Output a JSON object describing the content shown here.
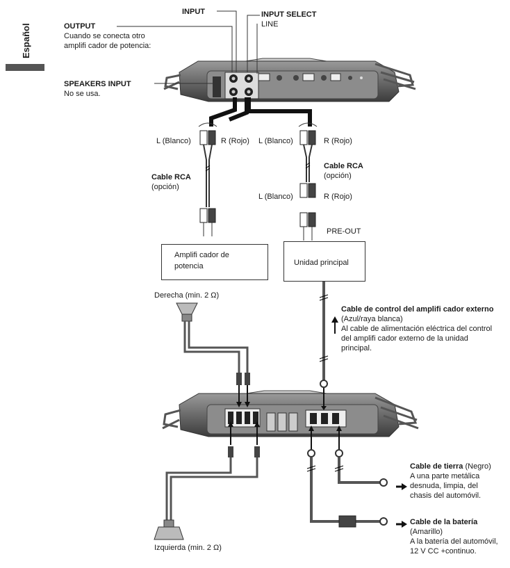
{
  "sidebar": {
    "language": "Español"
  },
  "labels": {
    "input": "INPUT",
    "input_select": "INPUT SELECT",
    "line": "LINE",
    "output": "OUTPUT",
    "output_desc_1": "Cuando se conecta otro",
    "output_desc_2": "amplifi cador de potencia:",
    "speakers_input": "SPEAKERS INPUT",
    "speakers_desc": "No se usa.",
    "l_blanco": "L (Blanco)",
    "r_rojo": "R (Rojo)",
    "cable_rca": "Cable RCA",
    "opcion": "(opción)",
    "pre_out": "PRE-OUT",
    "power_amp_1": "Amplifi cador de",
    "power_amp_2": "potencia",
    "head_unit": "Unidad principal",
    "right": "Derecha (min. 2 Ω)",
    "left": "Izquierda (min. 2 Ω)",
    "remote_title": "Cable de control del amplifi cador externo",
    "remote_color": "(Azul/raya blanca)",
    "remote_desc_1": "Al cable de alimentación eléctrica del control",
    "remote_desc_2": "del amplifi cador externo de la unidad",
    "remote_desc_3": "principal.",
    "ground_title": "Cable de tierra",
    "ground_color": " (Negro)",
    "ground_desc_1": "A una parte metálica",
    "ground_desc_2": "desnuda, limpia, del",
    "ground_desc_3": "chasis del automóvil.",
    "battery_title": "Cable de la batería",
    "battery_color": "(Amarillo)",
    "battery_desc_1": "A la batería del automóvil,",
    "battery_desc_2": "12 V CC +continuo."
  }
}
